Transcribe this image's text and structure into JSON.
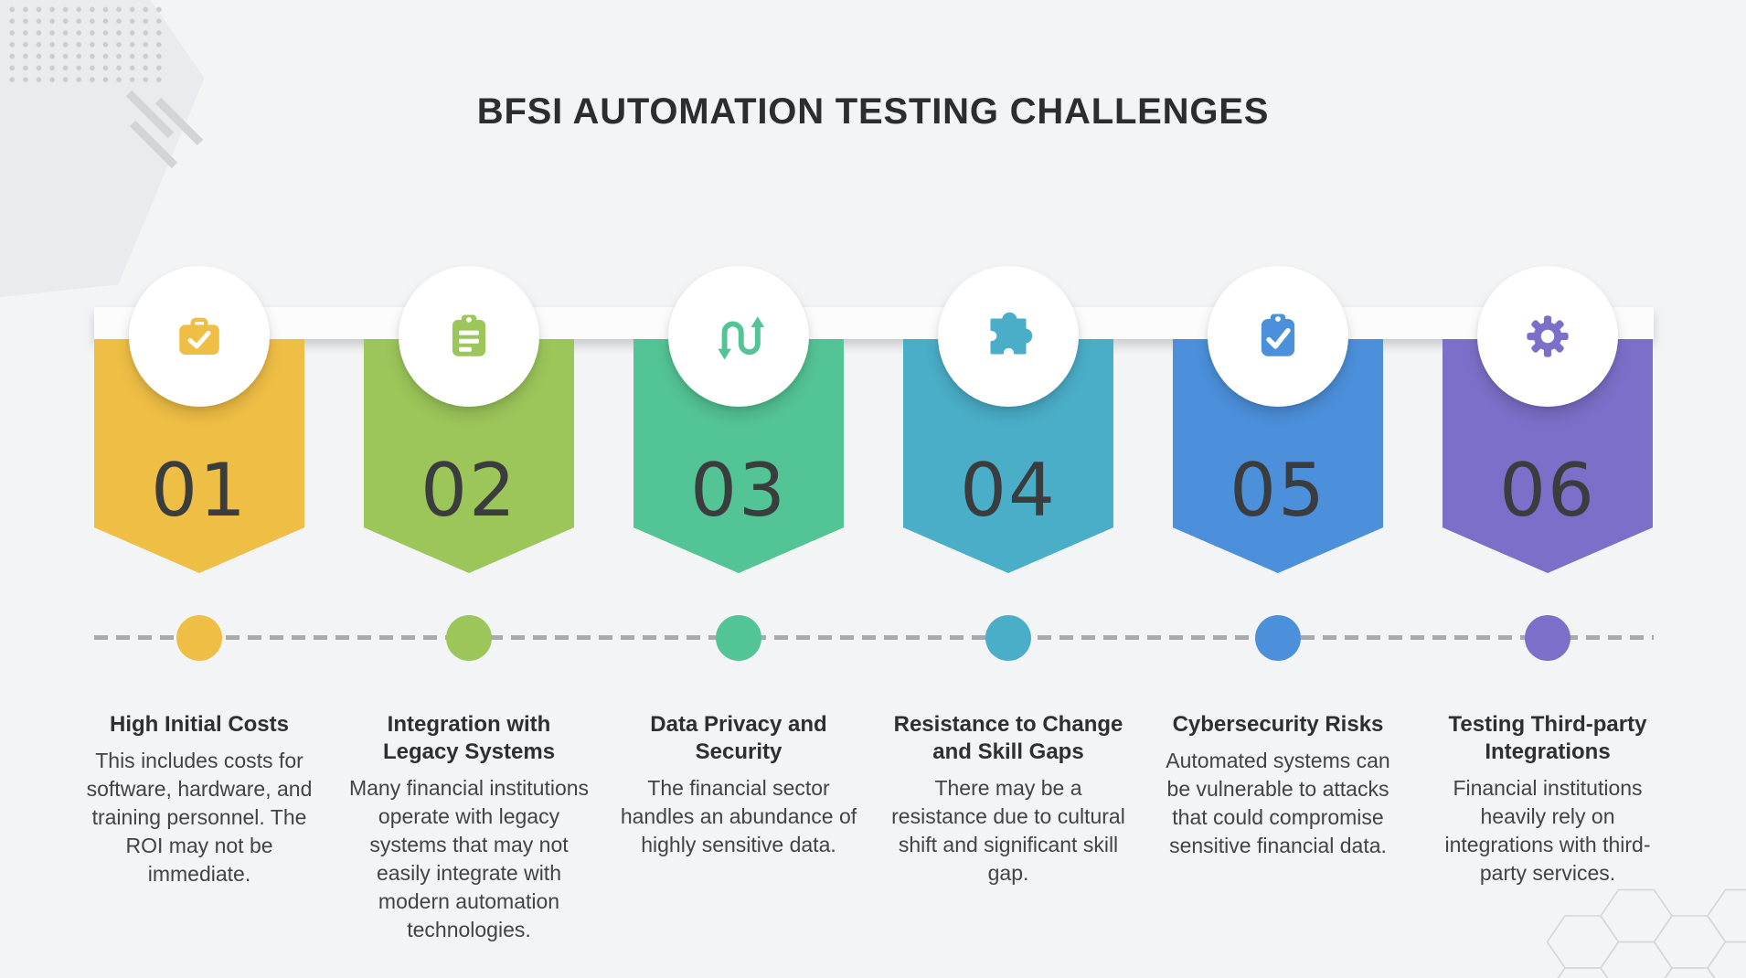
{
  "title": "BFSI AUTOMATION TESTING CHALLENGES",
  "palette": {
    "background": "#f3f4f6",
    "band": "#fcfcfd",
    "dash_line": "#a8abae",
    "number_text": "#3a3c3e",
    "heading_text": "#2d2f31",
    "body_text": "#414346",
    "decor_gray": "#e9ebee"
  },
  "items": [
    {
      "number": "01",
      "color": "#EFBE45",
      "icon": "briefcase-check-icon",
      "title": "High Initial Costs",
      "description": "This includes costs for software, hardware, and training personnel. The ROI may not be immediate."
    },
    {
      "number": "02",
      "color": "#9CC65A",
      "icon": "clipboard-list-icon",
      "title": "Integration with Legacy Systems",
      "description": "Many financial institutions operate with legacy systems that may not easily integrate with modern automation technologies."
    },
    {
      "number": "03",
      "color": "#53C495",
      "icon": "transfer-arrows-icon",
      "title": "Data Privacy and Security",
      "description": "The financial sector handles an abundance of highly sensitive data."
    },
    {
      "number": "04",
      "color": "#4AAEC8",
      "icon": "puzzle-icon",
      "title": "Resistance to Change and Skill Gaps",
      "description": "There may be a resistance due to cultural shift and significant skill gap."
    },
    {
      "number": "05",
      "color": "#4C90DB",
      "icon": "clipboard-check-icon",
      "title": "Cybersecurity Risks",
      "description": "Automated systems can be vulnerable to attacks that could compromise sensitive financial data."
    },
    {
      "number": "06",
      "color": "#7C6FC9",
      "icon": "gear-icon",
      "title": "Testing Third-party Integrations",
      "description": "Financial institutions heavily rely on integrations with third-party services."
    }
  ]
}
